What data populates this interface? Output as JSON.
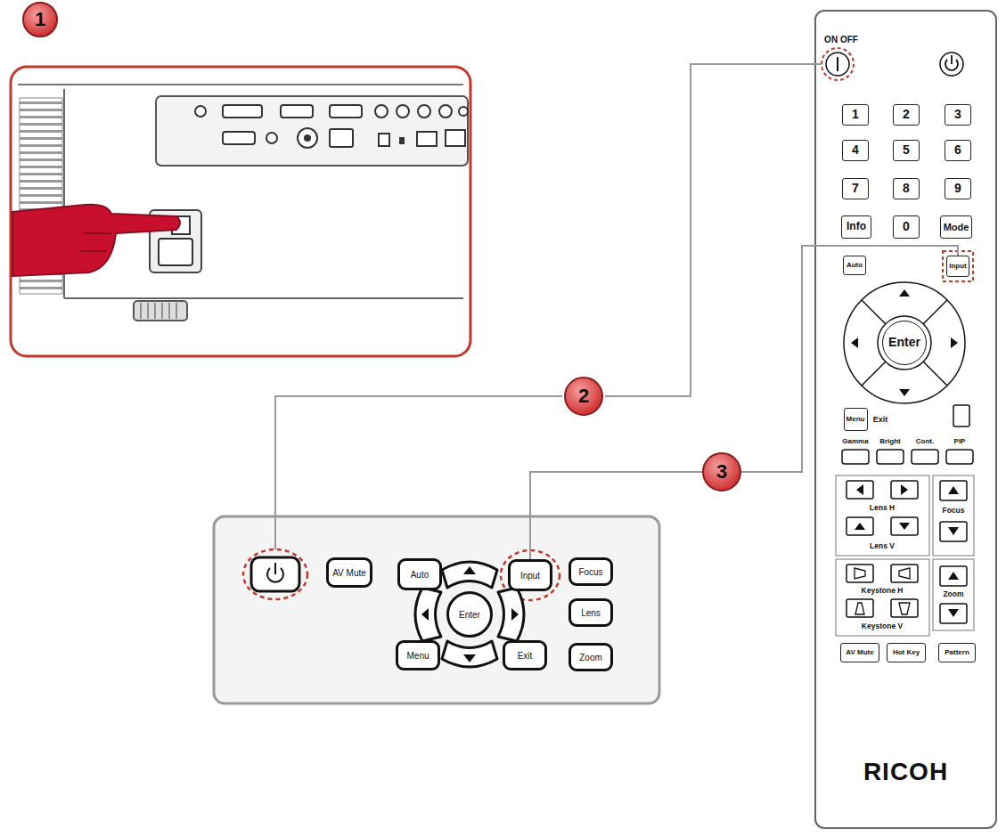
{
  "diagram": {
    "nodes": [
      {
        "text": [
          "1"
        ]
      },
      {
        "text": [
          "2"
        ]
      },
      {
        "text": [
          "3"
        ]
      },
      {
        "text": [
          "AV Mute"
        ]
      },
      {
        "text": [
          "Auto"
        ]
      },
      {
        "text": [
          "Input"
        ]
      },
      {
        "text": [
          "Focus"
        ]
      },
      {
        "text": [
          "Enter"
        ]
      },
      {
        "text": [
          "Lens"
        ]
      },
      {
        "text": [
          "Menu"
        ]
      },
      {
        "text": [
          "Exit"
        ]
      },
      {
        "text": [
          "Zoom"
        ]
      },
      {
        "text": [
          "RICOH"
        ]
      },
      {
        "text": [
          "1"
        ],
        "in": 12
      },
      {
        "text": [
          "2"
        ],
        "in": 12
      },
      {
        "text": [
          "3"
        ],
        "in": 12
      },
      {
        "text": [
          "4"
        ],
        "in": 12
      },
      {
        "text": [
          "5"
        ],
        "in": 12
      },
      {
        "text": [
          "6"
        ],
        "in": 12
      },
      {
        "text": [
          "7"
        ],
        "in": 12
      },
      {
        "text": [
          "8"
        ],
        "in": 12
      },
      {
        "text": [
          "9"
        ],
        "in": 12
      },
      {
        "text": [
          "Info"
        ],
        "in": 12
      },
      {
        "text": [
          "0"
        ],
        "in": 12
      },
      {
        "text": [
          "Mode"
        ],
        "in": 12
      },
      {
        "text": [
          "Auto"
        ],
        "in": 12
      },
      {
        "text": [
          "Input"
        ],
        "in": 12
      },
      {
        "text": [
          "Enter"
        ],
        "in": 12
      },
      {
        "text": [
          "Menu"
        ],
        "in": 12
      },
      {
        "text": [
          "AV Mute"
        ],
        "in": 12
      },
      {
        "text": [
          "Hot Key"
        ],
        "in": 12
      },
      {
        "text": [
          "Pattern"
        ],
        "in": 12
      }
    ],
    "edges": [
      {
        "from": 26,
        "to": 2,
        "arrow": "none"
      },
      {
        "from": 2,
        "to": 5,
        "arrow": "none"
      }
    ],
    "labels": [
      "ON OFF",
      "Exit",
      "Gamma",
      "Bright",
      "Cont.",
      "PIP",
      "Lens H",
      "Focus",
      "Lens V",
      "Keystone H",
      "Zoom",
      "Keystone V"
    ]
  }
}
